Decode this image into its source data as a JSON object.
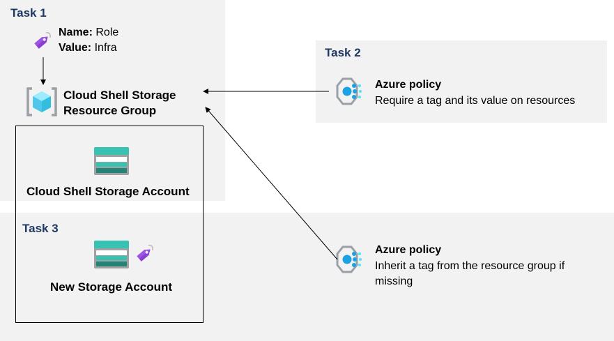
{
  "task1": {
    "title": "Task 1",
    "tag_name_label": "Name:",
    "tag_name_value": "Role",
    "tag_value_label": "Value:",
    "tag_value_value": "Infra",
    "resource_group_line1": "Cloud Shell Storage",
    "resource_group_line2": "Resource Group",
    "storage_account_label": "Cloud Shell Storage Account"
  },
  "task2": {
    "title": "Task 2",
    "policy_title": "Azure policy",
    "policy_description": "Require a tag and its value on resources"
  },
  "task3": {
    "title": "Task 3",
    "storage_account_label": "New Storage Account",
    "policy_title": "Azure policy",
    "policy_description": "Inherit a tag from the resource group if missing"
  },
  "icons": {
    "tag": "tag-icon",
    "resource_group": "resource-group-icon",
    "storage_account": "storage-account-icon",
    "policy": "azure-policy-icon"
  },
  "colors": {
    "task_title": "#1f3864",
    "panel_background": "#f2f2f2",
    "tag_purple": "#8a3ed6",
    "storage_teal": "#37c2b1",
    "policy_blue": "#1ca1e2"
  }
}
